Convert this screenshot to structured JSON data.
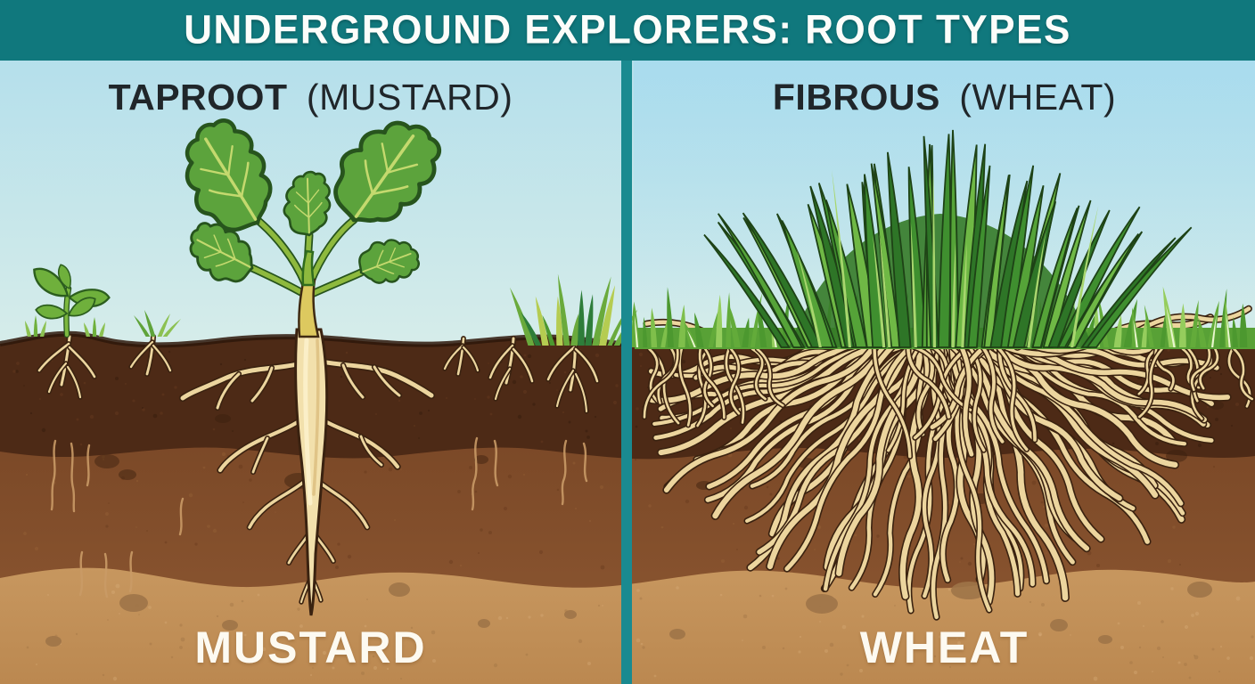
{
  "title": {
    "text": "UNDERGROUND EXPLORERS: ROOT TYPES"
  },
  "panels": {
    "left": {
      "heading_bold": "TAPROOT",
      "heading_paren": "(MUSTARD)",
      "caption": "MUSTARD"
    },
    "right": {
      "heading_bold": "FIBROUS",
      "heading_paren": "(WHEAT)",
      "caption": "WHEAT"
    }
  },
  "palette": {
    "title_bar_teal": "#10787d",
    "divider_teal": "#1a8a90",
    "sky_top": "#b4dfeb",
    "sky_mid": "#d5ecea",
    "sky_horizon": "#f3f4dc",
    "topsoil_dark": "#4d2a16",
    "topsoil_edge": "#2e180a",
    "midsoil_top": "#794726",
    "midsoil_bottom": "#8f5933",
    "tansoil": "#c4945f",
    "pebble_brown": "#9f7448",
    "root_core": "#ecd59e",
    "root_outline": "#3a2210",
    "taproot_fill": "#f2e0ac",
    "taproot_highlight": "#fdf3cf",
    "faint_root": "#c99a66",
    "leaf_green": "#5ca33c",
    "leaf_outline": "#27541d",
    "leaf_vein": "#c4d96e",
    "stem_green": "#8eb93e",
    "stem_yellow": "#ddc95f",
    "wheat_dark": "#2e7527",
    "wheat_mid": "#3f8f2f",
    "wheat_light": "#55a338",
    "wheat_bright": "#6fb845",
    "wheat_outline": "#1e4216",
    "grass_band": "#58a136",
    "grass_highlight": "#e9f6cf",
    "heading_text": "#20262a",
    "label_text": "#fdfaf1"
  }
}
